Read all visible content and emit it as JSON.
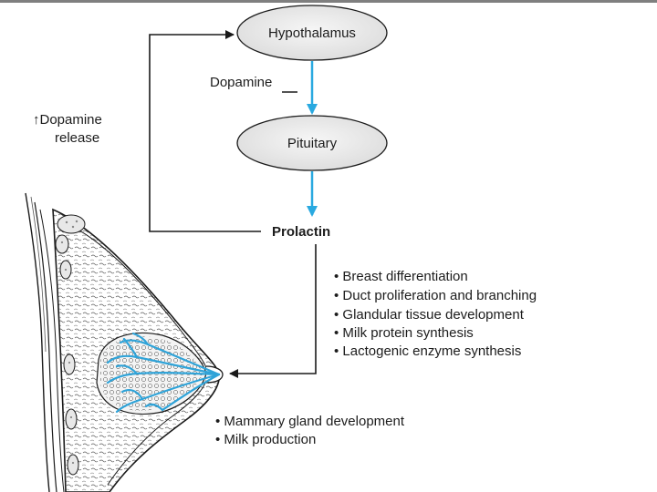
{
  "colors": {
    "arrow_blue": "#29a9e0",
    "line": "#1a1a1a",
    "node_fill": "#ebebeb",
    "duct_blue": "#2fa3d8"
  },
  "nodes": {
    "hypothalamus": "Hypothalamus",
    "pituitary": "Pituitary"
  },
  "edges": {
    "dopamine": "Dopamine",
    "feedback_line1": "↑Dopamine",
    "feedback_line2": "release"
  },
  "prolactin": "Prolactin",
  "effects": [
    "• Breast differentiation",
    "• Duct proliferation and branching",
    "• Glandular tissue development",
    "• Milk protein synthesis",
    "• Lactogenic enzyme synthesis"
  ],
  "outcomes": [
    "• Mammary gland development",
    "• Milk production"
  ]
}
